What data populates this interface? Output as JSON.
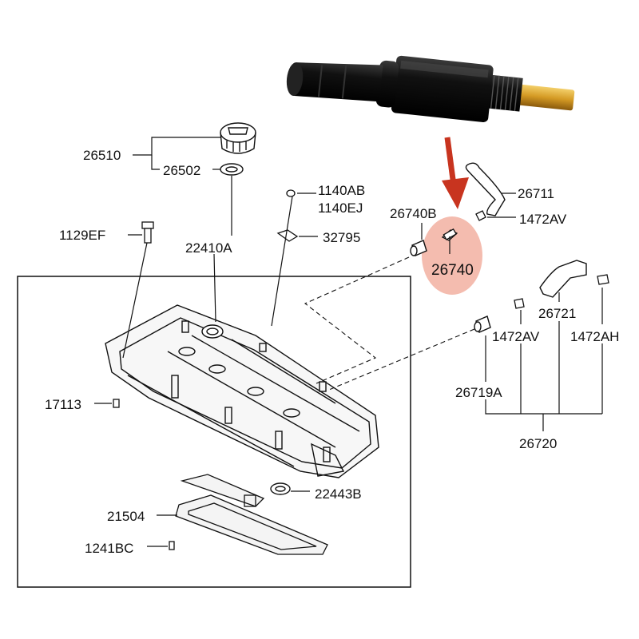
{
  "diagram": {
    "highlight_color": "#f3b5a6",
    "arrow_color": "#c8341f",
    "labels": {
      "p26510": "26510",
      "p26502": "26502",
      "p1140AB": "1140AB",
      "p1140EJ": "1140EJ",
      "p1129EF": "1129EF",
      "p22410A": "22410A",
      "p32795": "32795",
      "p26740B": "26740B",
      "p26740": "26740",
      "p26711": "26711",
      "p1472AV_top": "1472AV",
      "p26721": "26721",
      "p1472AV_mid": "1472AV",
      "p1472AH": "1472AH",
      "p26719A": "26719A",
      "p26720": "26720",
      "p17113": "17113",
      "p22443B": "22443B",
      "p21504": "21504",
      "p1241BC": "1241BC"
    }
  }
}
